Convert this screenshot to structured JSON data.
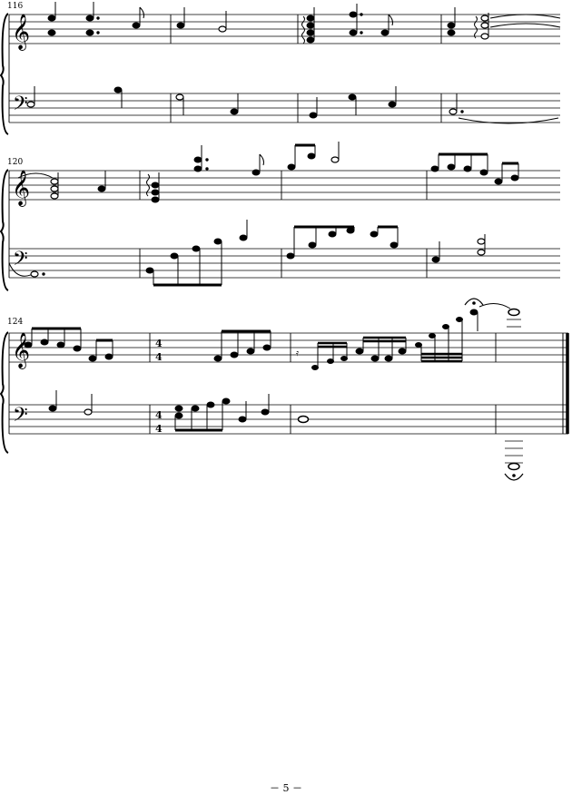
{
  "page": {
    "page_number_label": "－ 5 －"
  },
  "systems": [
    {
      "start_measure": "116",
      "measure_count": 4
    },
    {
      "start_measure": "120",
      "measure_count": 4
    },
    {
      "start_measure": "124",
      "measure_count": 4
    }
  ],
  "time_signature": {
    "numerator": "4",
    "denominator": "4"
  },
  "clefs": {
    "treble": "treble-clef-icon",
    "bass": "bass-clef-icon"
  }
}
